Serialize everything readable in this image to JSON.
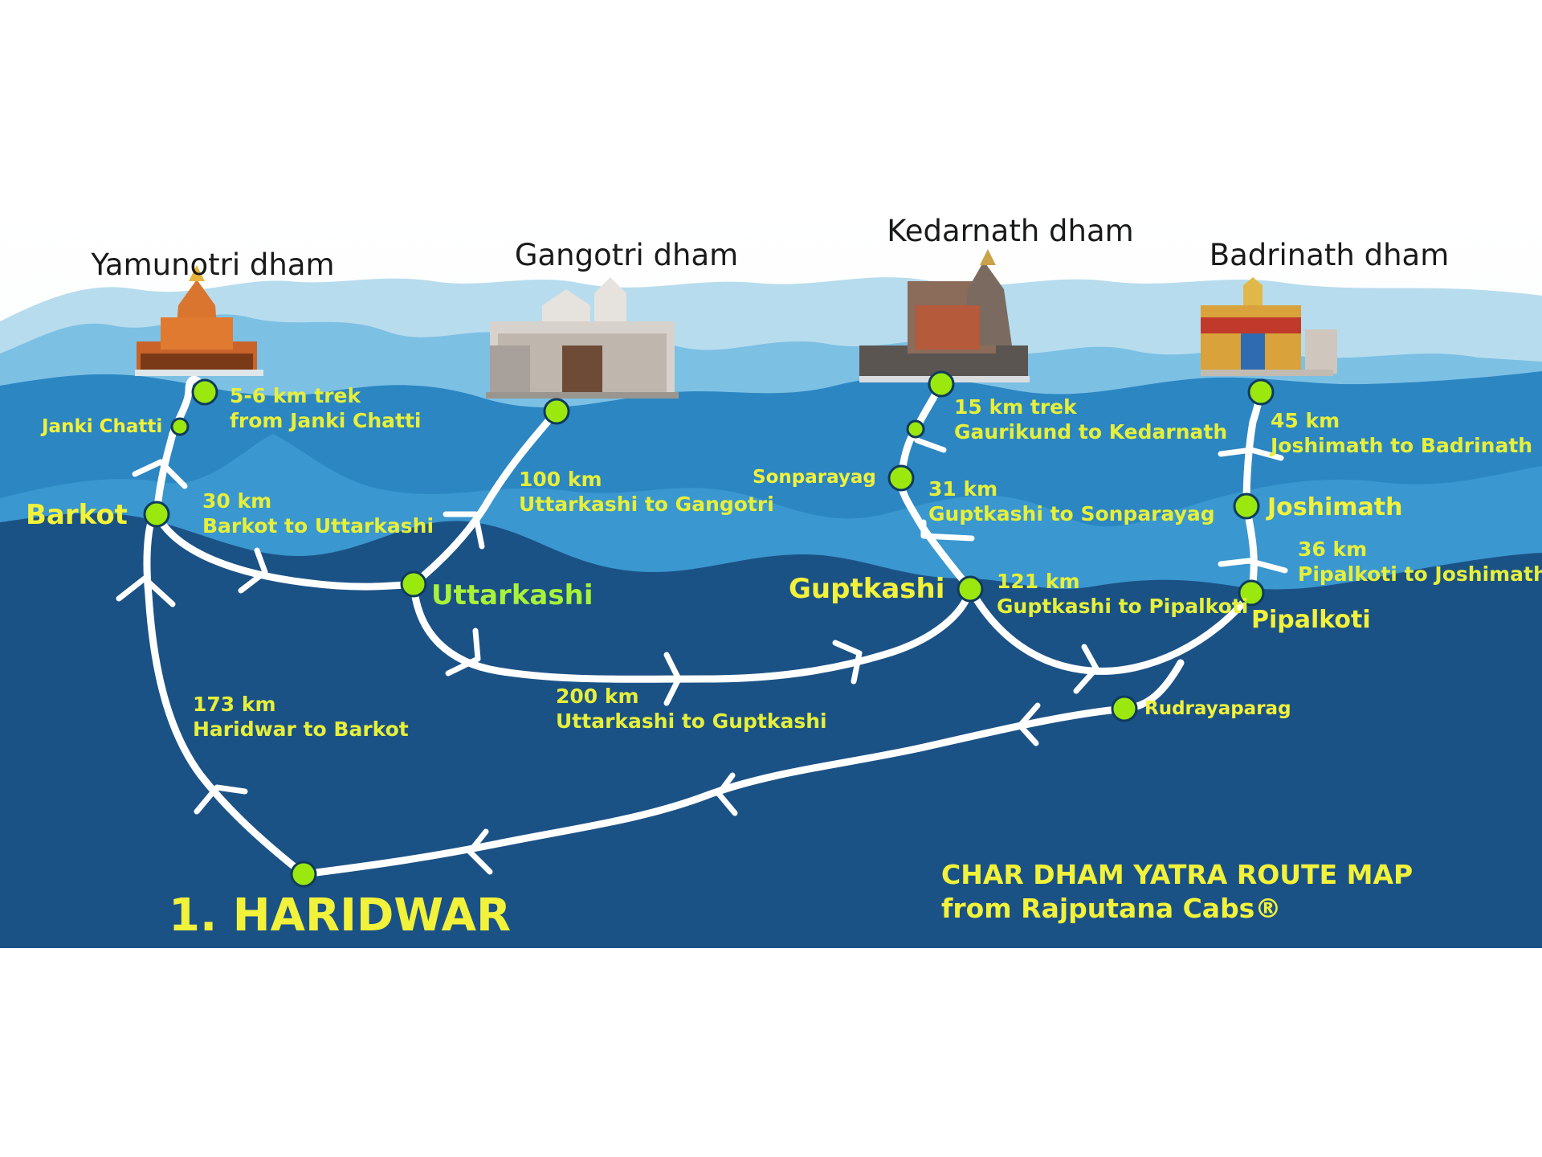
{
  "dhams": {
    "yamunotri": "Yamunotri dham",
    "gangotri": "Gangotri dham",
    "kedarnath": "Kedarnath dham",
    "badrinath": "Badrinath dham"
  },
  "places": {
    "barkot": "Barkot",
    "janki_chatti": "Janki Chatti",
    "uttarkashi": "Uttarkashi",
    "sonparayag": "Sonparayag",
    "guptkashi": "Guptkashi",
    "joshimath": "Joshimath",
    "pipalkoti": "Pipalkoti",
    "rudrayaparag": "Rudrayaparag",
    "haridwar": "1. HARIDWAR"
  },
  "segments": {
    "yamunotri_trek": {
      "dist": "5-6 km trek",
      "desc": "from Janki Chatti"
    },
    "barkot_uttarkashi": {
      "dist": "30 km",
      "desc": "Barkot to Uttarkashi"
    },
    "uttarkashi_gangotri": {
      "dist": "100 km",
      "desc": "Uttarkashi to Gangotri"
    },
    "haridwar_barkot": {
      "dist": "173 km",
      "desc": "Haridwar to Barkot"
    },
    "uttarkashi_guptkashi": {
      "dist": "200 km",
      "desc": "Uttarkashi to Guptkashi"
    },
    "kedarnath_trek": {
      "dist": "15 km trek",
      "desc": "Gaurikund to Kedarnath"
    },
    "guptkashi_sonparayag": {
      "dist": "31 km",
      "desc": "Guptkashi to Sonparayag"
    },
    "guptkashi_pipalkoti": {
      "dist": "121 km",
      "desc": "Guptkashi to Pipalkoti"
    },
    "joshimath_badrinath": {
      "dist": "45 km",
      "desc": "Joshimath to Badrinath"
    },
    "pipalkoti_joshimath": {
      "dist": "36 km",
      "desc": "Pipalkoti to Joshimath"
    }
  },
  "brand": {
    "line1": "CHAR DHAM YATRA ROUTE MAP",
    "line2": "from Rajputana Cabs®"
  },
  "colors": {
    "deep_blue": "#1b5286",
    "mid_blue": "#2a7fba",
    "light_blue": "#7cc0e4",
    "node_green": "#9be80f",
    "label_yellow": "#f2f23a"
  }
}
